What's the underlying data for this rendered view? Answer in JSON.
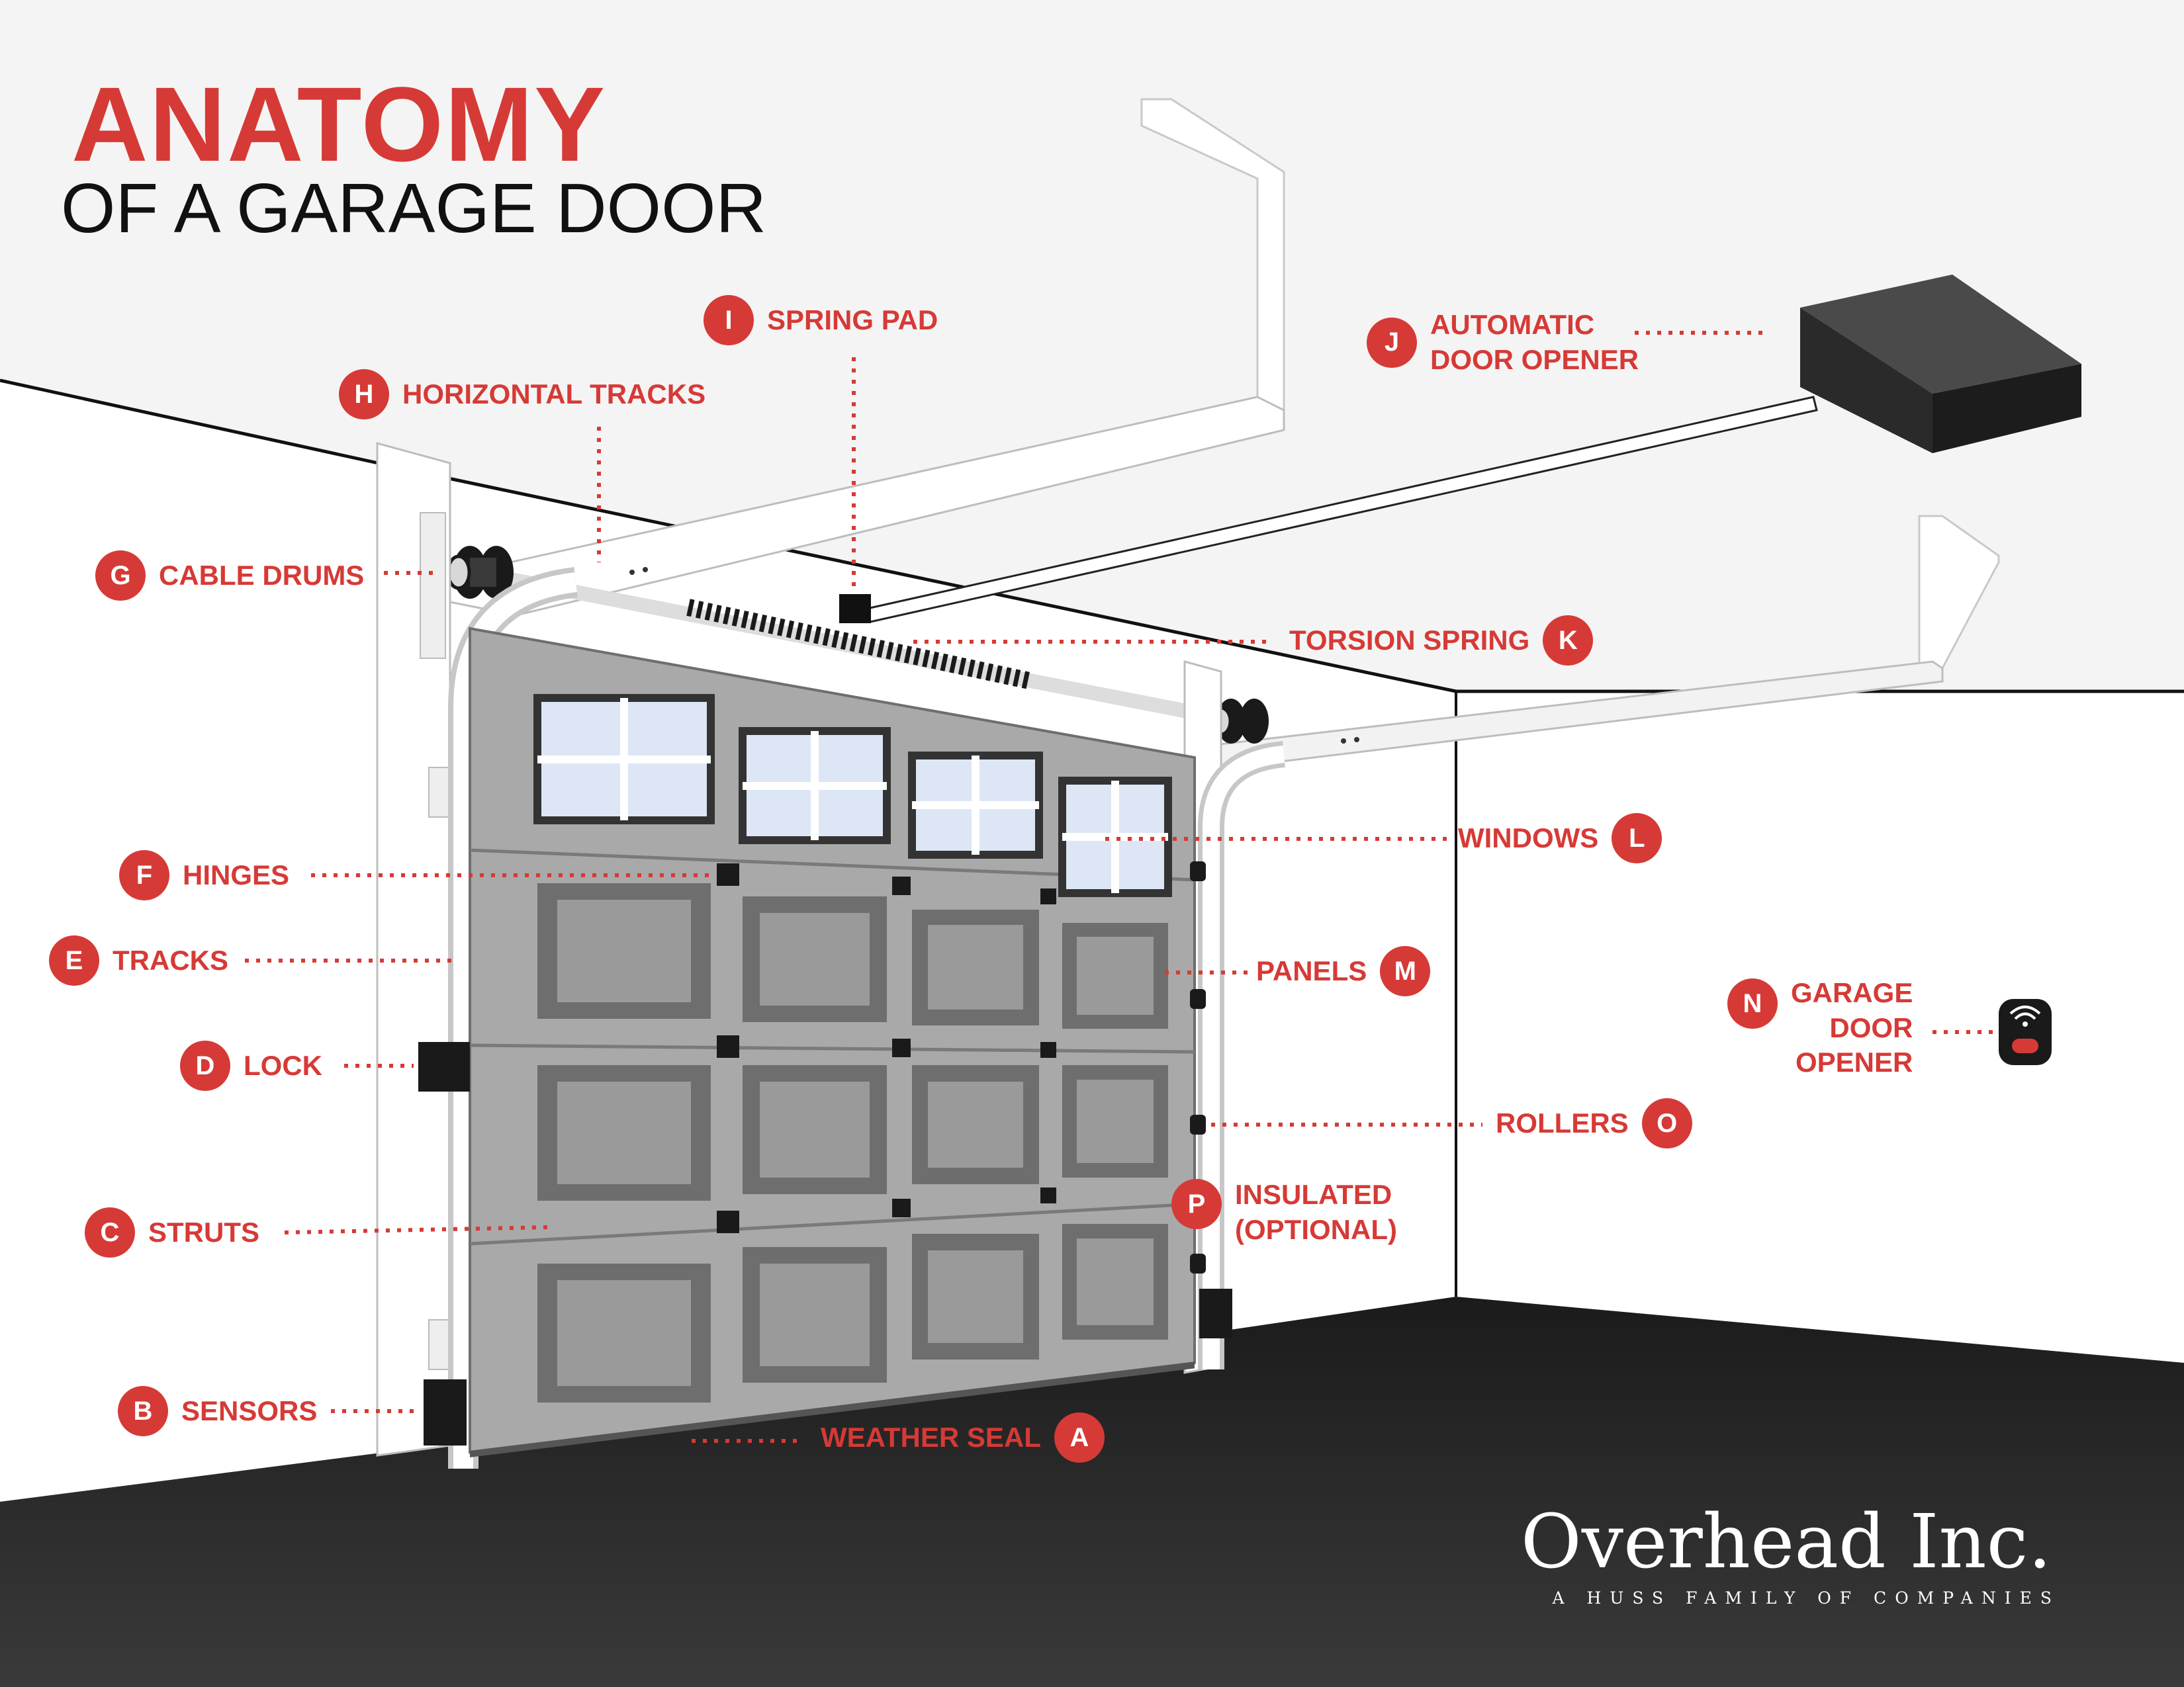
{
  "title": {
    "main": "ANATOMY",
    "sub": "OF A GARAGE DOOR"
  },
  "labels": [
    {
      "letter": "A",
      "text": "WEATHER SEAL"
    },
    {
      "letter": "B",
      "text": "SENSORS"
    },
    {
      "letter": "C",
      "text": "STRUTS"
    },
    {
      "letter": "D",
      "text": "LOCK"
    },
    {
      "letter": "E",
      "text": "TRACKS"
    },
    {
      "letter": "F",
      "text": "HINGES"
    },
    {
      "letter": "G",
      "text": "CABLE DRUMS"
    },
    {
      "letter": "H",
      "text": "HORIZONTAL TRACKS"
    },
    {
      "letter": "I",
      "text": "SPRING PAD"
    },
    {
      "letter": "J",
      "text": "AUTOMATIC\nDOOR OPENER"
    },
    {
      "letter": "K",
      "text": "TORSION SPRING"
    },
    {
      "letter": "L",
      "text": "WINDOWS"
    },
    {
      "letter": "M",
      "text": "PANELS"
    },
    {
      "letter": "N",
      "text": "GARAGE\nDOOR\nOPENER"
    },
    {
      "letter": "O",
      "text": "ROLLERS"
    },
    {
      "letter": "P",
      "text": "INSULATED\n(OPTIONAL)"
    }
  ],
  "brand": {
    "name": "Overhead Inc.",
    "tagline": "A HUSS FAMILY OF COMPANIES"
  },
  "colors": {
    "accent": "#d63a36",
    "door": "#a9a9a9",
    "floor": "#2b2b2b",
    "opener": "#333333"
  }
}
